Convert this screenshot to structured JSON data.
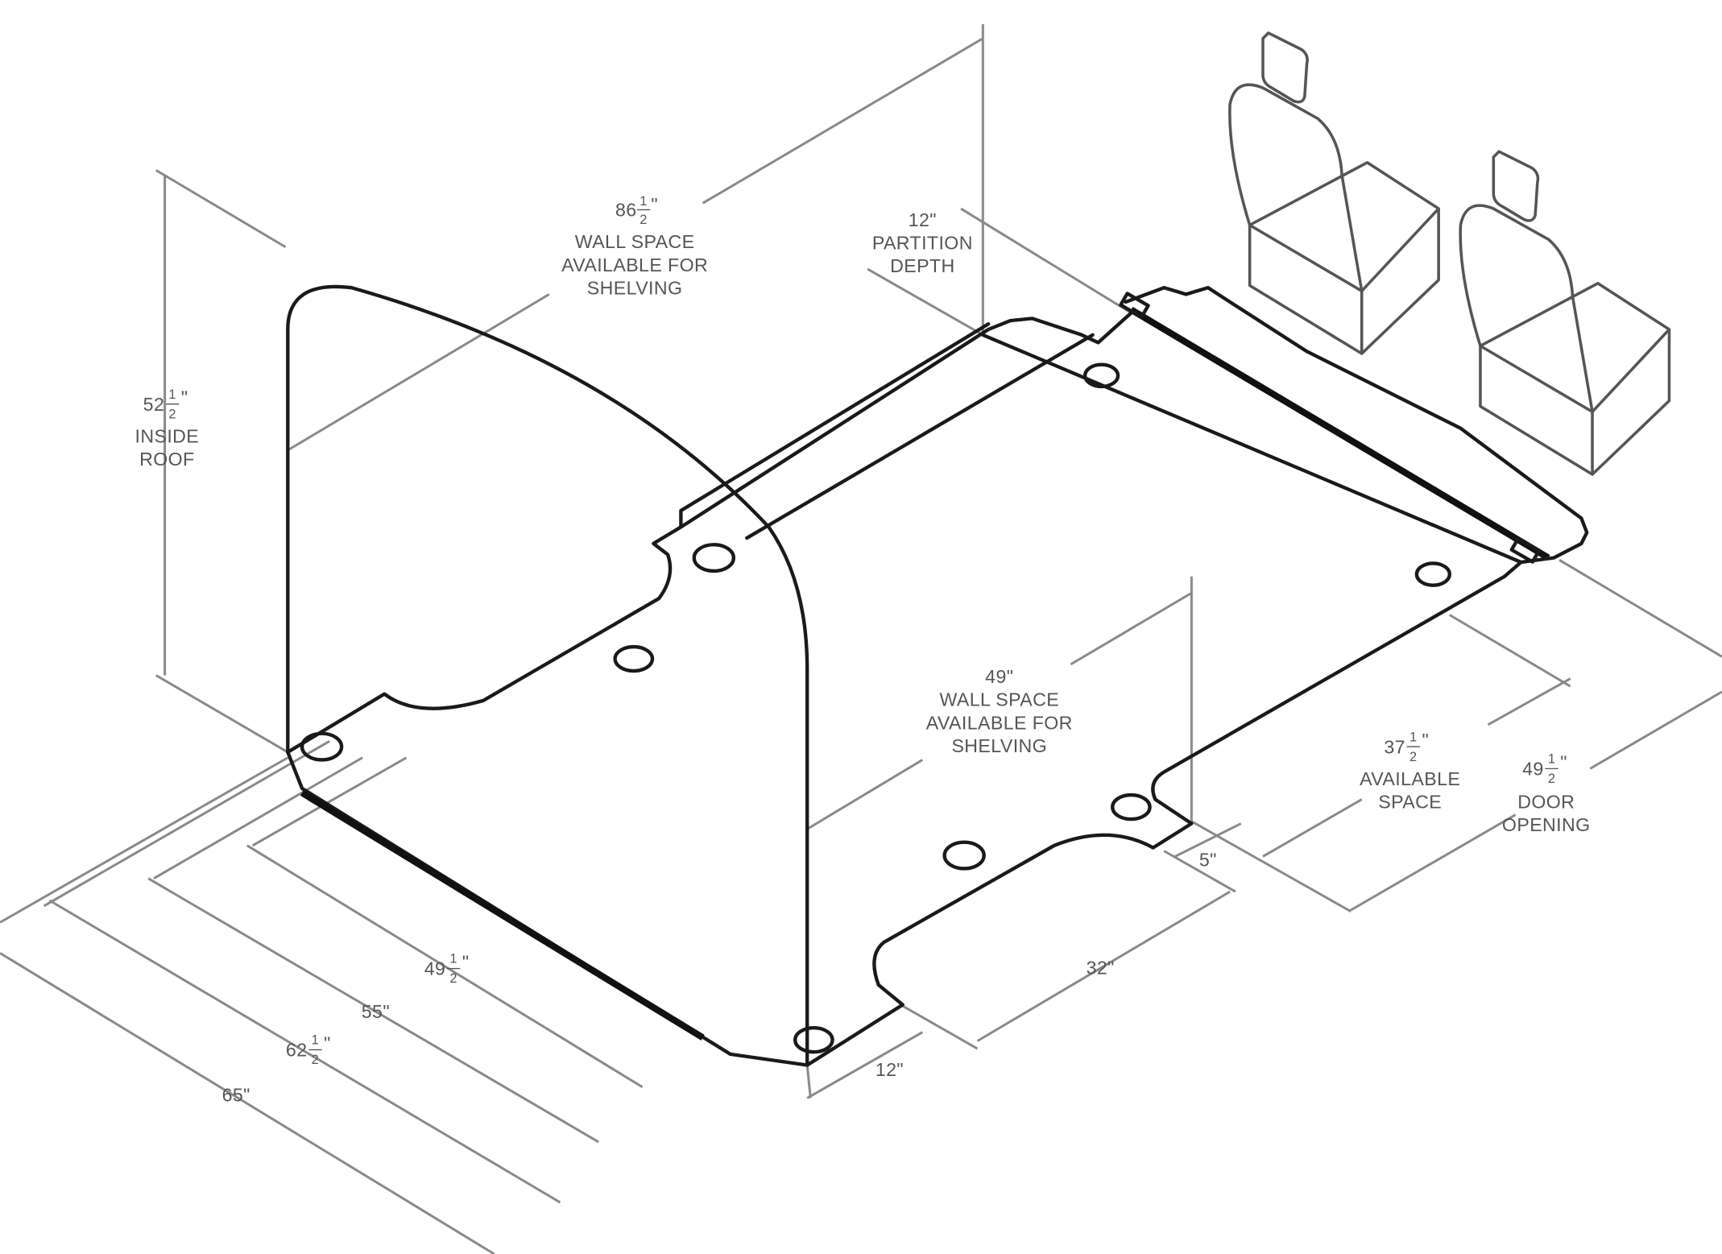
{
  "diagram": {
    "colors": {
      "outline": "#1a1a1a",
      "dimension": "#8a8a8a",
      "text": "#555555"
    },
    "labels": {
      "wall_rear": {
        "whole": "86",
        "num": "1",
        "den": "2",
        "lines": [
          "WALL SPACE",
          "AVAILABLE FOR",
          "SHELVING"
        ]
      },
      "partition": {
        "value": "12\"",
        "lines": [
          "PARTITION",
          "DEPTH"
        ]
      },
      "inside_roof": {
        "whole": "52",
        "num": "1",
        "den": "2",
        "lines": [
          "INSIDE",
          "ROOF"
        ]
      },
      "wall_front": {
        "value": "49\"",
        "lines": [
          "WALL SPACE",
          "AVAILABLE FOR",
          "SHELVING"
        ]
      },
      "available_space": {
        "whole": "37",
        "num": "1",
        "den": "2",
        "lines": [
          "AVAILABLE",
          "SPACE"
        ]
      },
      "door_opening": {
        "whole": "49",
        "num": "1",
        "den": "2",
        "lines": [
          "DOOR",
          "OPENING"
        ]
      },
      "dim_5": "5\"",
      "dim_32": "32\"",
      "dim_12_bottom": "12\"",
      "dim_49_5": {
        "whole": "49",
        "num": "1",
        "den": "2"
      },
      "dim_55": "55\"",
      "dim_62_5": {
        "whole": "62",
        "num": "1",
        "den": "2"
      },
      "dim_65": "65\""
    }
  }
}
